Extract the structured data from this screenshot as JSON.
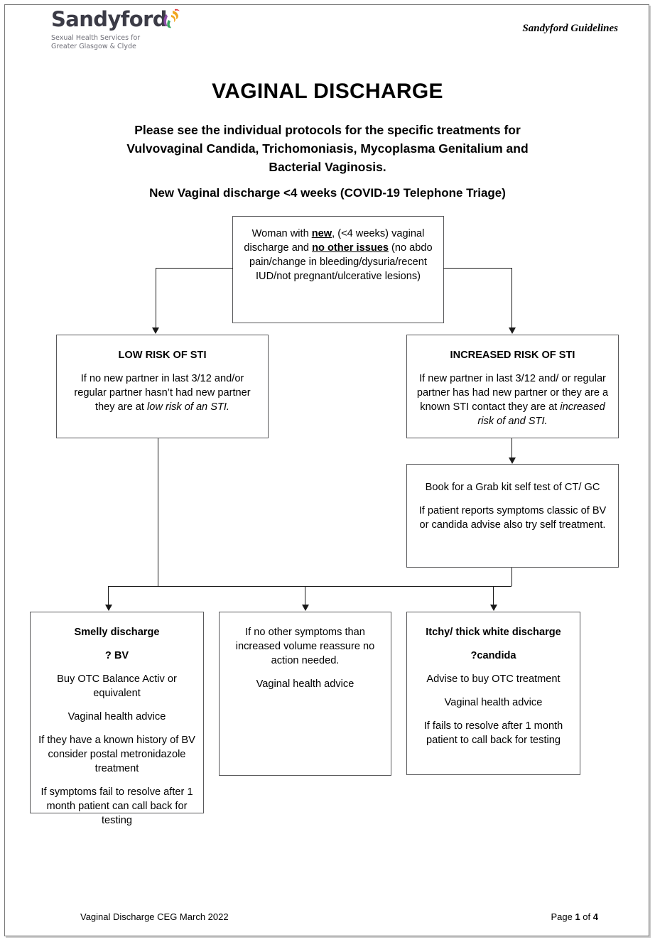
{
  "document": {
    "title": "VAGINAL DISCHARGE",
    "header_right": "Sandyford Guidelines",
    "subtitle_line1": "Please see the individual protocols for the specific treatments for",
    "subtitle_line2": "Vulvovaginal Candida, Trichomoniasis, Mycoplasma Genitalium and",
    "subtitle_line3": "Bacterial Vaginosis.",
    "section_title": "New Vaginal discharge <4 weeks (COVID-19 Telephone Triage)"
  },
  "logo": {
    "wordmark": "Sandyford",
    "tagline_line1": "Sexual Health Services for",
    "tagline_line2": "Greater Glasgow & Clyde",
    "mark_name": "sandyford-swoosh-icon",
    "mark_colors": [
      "#8e4fa8",
      "#f2a61f",
      "#e03a3e",
      "#3aa662"
    ],
    "wordmark_color": "#3b3b46",
    "tagline_color": "#6f6f78"
  },
  "flow": {
    "box_top": {
      "name": "decision-start",
      "line1_a": "Woman with ",
      "line1_b": "new",
      "line1_c": ", (<4 weeks) vaginal discharge and ",
      "line1_d": "no other issues",
      "line1_e": " (no abdo pain/change in bleeding/dysuria/recent IUD/not pregnant/ulcerative lesions)"
    },
    "box_low": {
      "name": "low-risk-of-sti",
      "heading": "LOW RISK OF STI",
      "body_a": "If no new partner in last 3/12 and/or regular partner hasn’t had new partner they are at ",
      "body_italic": "low risk of an STI."
    },
    "box_high": {
      "name": "increased-risk-of-sti",
      "heading": "INCREASED RISK OF STI",
      "body_a": "If new partner in last 3/12 and/ or regular partner has had new partner or they are a known STI contact they are at ",
      "body_italic": "increased risk of and STI."
    },
    "box_grab": {
      "name": "grab-kit-self-test",
      "para1": "Book for a Grab kit self test of CT/ GC",
      "para2": "If patient reports symptoms classic of BV or candida advise also try self treatment."
    },
    "box_smelly": {
      "name": "smelly-discharge-bv",
      "heading1": "Smelly discharge",
      "heading2": "? BV",
      "para1": "Buy OTC Balance Activ or equivalent",
      "para2": "Vaginal health advice",
      "para3": "If they have a known history of BV consider postal metronidazole treatment",
      "para4": "If symptoms fail to resolve after 1 month patient can call back for testing"
    },
    "box_reassure": {
      "name": "no-other-symptoms-reassure",
      "para1": "If no other symptoms than increased volume reassure no action needed.",
      "para2": "Vaginal health advice"
    },
    "box_itchy": {
      "name": "itchy-thick-white-candida",
      "heading1": "Itchy/ thick white discharge",
      "heading2": "?candida",
      "para1": "Advise to buy OTC treatment",
      "para2": "Vaginal health advice",
      "para3": "If fails to resolve after 1 month patient to call back for testing"
    }
  },
  "footer": {
    "left": "Vaginal Discharge CEG March 2022",
    "right_prefix": "Page ",
    "right_page": "1",
    "right_mid": " of ",
    "right_total": "4"
  }
}
